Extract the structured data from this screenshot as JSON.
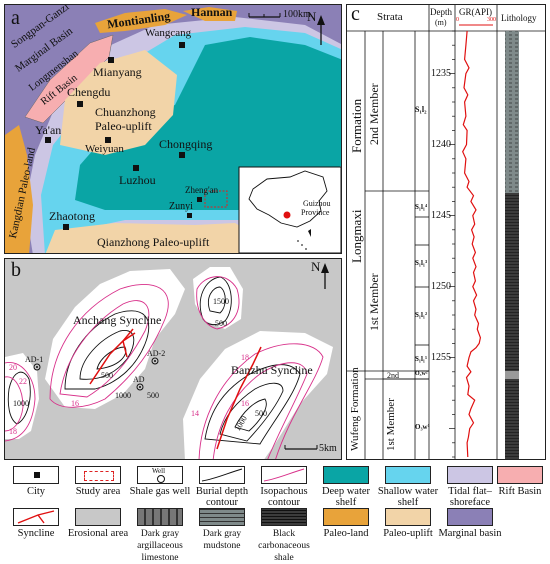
{
  "panel_a": {
    "letter": "a",
    "scale_label": "100km",
    "north": "N",
    "labels": {
      "montianling": "Montianling",
      "hannan": "Hannan",
      "songpan": "Songpan-Ganzi",
      "marginal_basin": "Marginal Basin",
      "longmenshan": "Longmenshan",
      "rift_basin": "Rift Basin",
      "wangcang": "Wangcang",
      "mianyang": "Mianyang",
      "chengdu": "Chengdu",
      "chuanzhong": "Chuanzhong",
      "paleo_uplift": "Paleo-uplift",
      "yaan": "Ya'an",
      "weiyuan": "Weiyuan",
      "chongqing": "Chongqing",
      "kangdian": "Kangdian Paleo-land",
      "luzhou": "Luzhou",
      "zhengan": "Zheng'an",
      "zunyi": "Zunyi",
      "zhaotong": "Zhaotong",
      "qianzhong": "Qianzhong Paleo-uplift",
      "guizhou": "Guizhou",
      "province": "Province"
    }
  },
  "panel_b": {
    "letter": "b",
    "north": "N",
    "scale_label": "5km",
    "anchang": "Anchang Syncline",
    "banzhu": "Banzhu Syncline",
    "wells": {
      "ad1": "AD-1",
      "ad2": "AD-2",
      "ad": "AD"
    },
    "contours": {
      "c500a": "500",
      "c1000a": "1000",
      "c1500": "1500",
      "c500b": "500",
      "c1000b": "1000",
      "c500c": "500",
      "c1000c": "1000",
      "c500d": "500"
    },
    "iso": {
      "i20": "20",
      "i22": "22",
      "i18": "18",
      "i16": "16",
      "i14": "14",
      "i16b": "16",
      "i18b": "18"
    }
  },
  "panel_c": {
    "letter": "c",
    "headers": {
      "strata": "Strata",
      "depth": "Depth",
      "depth_unit": "(m)",
      "gr": "GR(API)",
      "gr_min": "0",
      "gr_max": "300",
      "lithology": "Lithology"
    },
    "formations": {
      "longmaxi": "Longmaxi",
      "formation": "Formation",
      "wufeng": "Wufeng Formation"
    },
    "members": {
      "second": "2nd Member",
      "first": "1st Member",
      "second_small": "2nd",
      "first_wufeng": "1st Member"
    },
    "units": [
      "S₁l₂",
      "S₁l₁⁴",
      "S₁l₁³",
      "S₁l₁²",
      "S₁l₁¹",
      "O₃w²",
      "O₃w¹"
    ],
    "depths": [
      "1235",
      "1240",
      "1245",
      "1250",
      "1255"
    ],
    "depth_min": 1232,
    "depth_max": 1262,
    "gr_curve": [
      [
        1232,
        80
      ],
      [
        1233,
        70
      ],
      [
        1234,
        60
      ],
      [
        1234.6,
        95
      ],
      [
        1235,
        70
      ],
      [
        1236,
        55
      ],
      [
        1236.5,
        85
      ],
      [
        1237,
        60
      ],
      [
        1238,
        70
      ],
      [
        1238.6,
        50
      ],
      [
        1239,
        80
      ],
      [
        1240,
        75
      ],
      [
        1240.5,
        45
      ],
      [
        1241,
        70
      ],
      [
        1242,
        60
      ],
      [
        1242.6,
        95
      ],
      [
        1243,
        80
      ],
      [
        1243.6,
        130
      ],
      [
        1244,
        110
      ],
      [
        1244.6,
        150
      ],
      [
        1245,
        125
      ],
      [
        1245.6,
        140
      ],
      [
        1246,
        115
      ],
      [
        1246.5,
        135
      ],
      [
        1247,
        120
      ],
      [
        1247.6,
        145
      ],
      [
        1248,
        125
      ],
      [
        1248.6,
        150
      ],
      [
        1249,
        130
      ],
      [
        1249.6,
        145
      ],
      [
        1250,
        125
      ],
      [
        1250.6,
        155
      ],
      [
        1251,
        130
      ],
      [
        1251.6,
        150
      ],
      [
        1252,
        140
      ],
      [
        1252.6,
        170
      ],
      [
        1253,
        160
      ],
      [
        1253.6,
        185
      ],
      [
        1254,
        175
      ],
      [
        1254.3,
        150
      ],
      [
        1254.6,
        110
      ],
      [
        1255,
        95
      ],
      [
        1255.6,
        80
      ],
      [
        1256,
        110
      ],
      [
        1256.4,
        75
      ],
      [
        1257,
        95
      ],
      [
        1257.6,
        85
      ],
      [
        1258,
        140
      ],
      [
        1258.6,
        110
      ],
      [
        1259,
        95
      ],
      [
        1259.6,
        130
      ],
      [
        1260,
        100
      ],
      [
        1260.6,
        90
      ],
      [
        1261,
        80
      ],
      [
        1262,
        85
      ]
    ]
  },
  "legend": [
    {
      "id": "city",
      "label": "City"
    },
    {
      "id": "study",
      "label": "Study area"
    },
    {
      "id": "well",
      "label": "Shale gas well",
      "inner": "Well"
    },
    {
      "id": "burial",
      "label": "Burial depth contour"
    },
    {
      "id": "iso",
      "label": "Isopachous contour"
    },
    {
      "id": "deep",
      "label": "Deep water shelf",
      "color": "#0aa5a5"
    },
    {
      "id": "shallow",
      "label": "Shallow water shelf",
      "color": "#66d4ee"
    },
    {
      "id": "tidal",
      "label": "Tidal flat– shoreface",
      "color": "#ccc6e4"
    },
    {
      "id": "rift",
      "label": "Rift Basin",
      "color": "#f7aeb0"
    },
    {
      "id": "syncline",
      "label": "Syncline"
    },
    {
      "id": "erosional",
      "label": "Erosional area",
      "color": "#c8c8c8"
    },
    {
      "id": "argil",
      "label": "Dark gray argillaceous limestone"
    },
    {
      "id": "mudstone",
      "label": "Dark gray mudstone"
    },
    {
      "id": "shale",
      "label": "Black carbonaceous shale"
    },
    {
      "id": "paleoland",
      "label": "Paleo-land",
      "color": "#e8a33a"
    },
    {
      "id": "paleouplift",
      "label": "Paleo-uplift",
      "color": "#f2d4a8"
    },
    {
      "id": "marginal",
      "label": "Marginal basin",
      "color": "#8b80b6"
    }
  ]
}
